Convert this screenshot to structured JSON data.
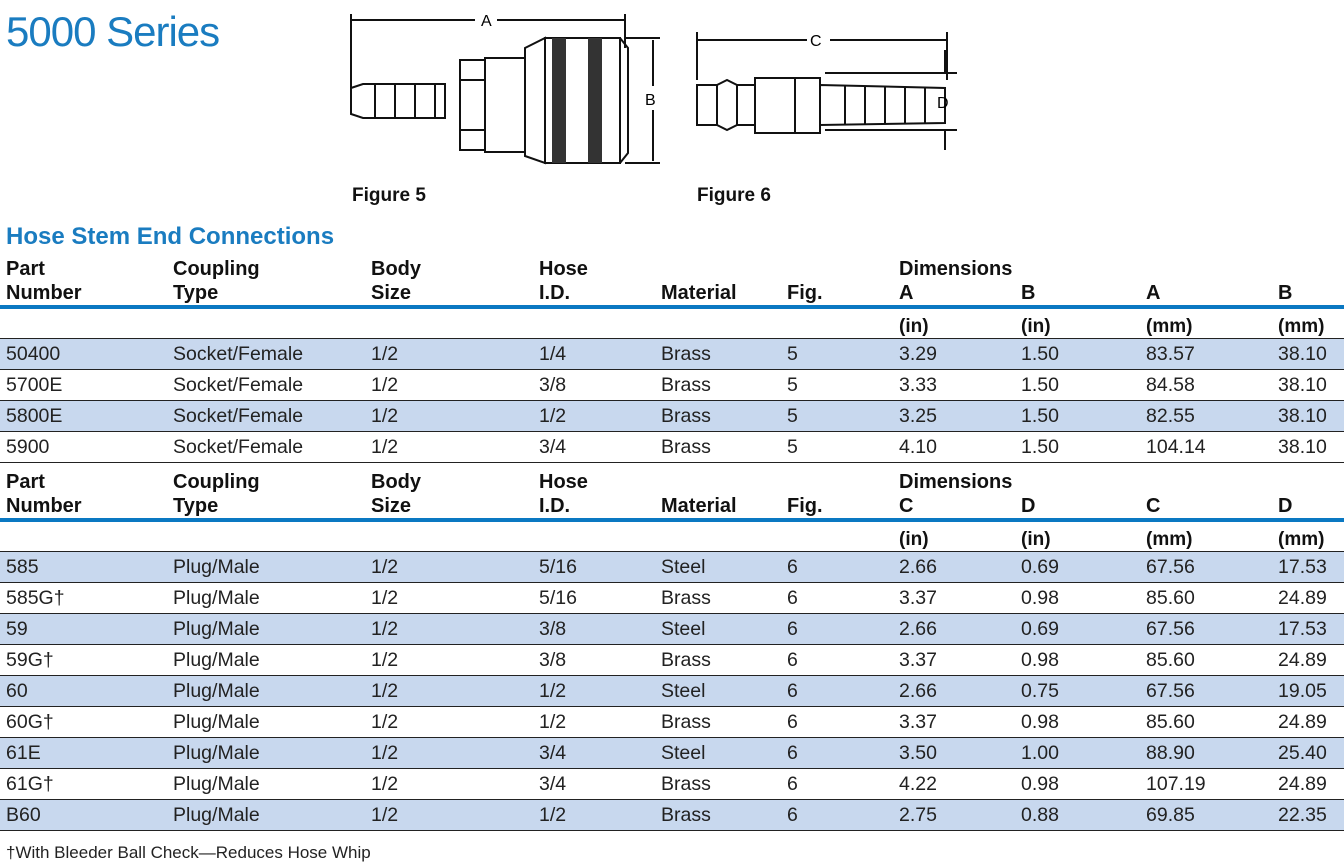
{
  "title": "5000 Series",
  "figures": [
    {
      "label": "Figure 5",
      "dims": [
        "A",
        "B"
      ]
    },
    {
      "label": "Figure 6",
      "dims": [
        "C",
        "D"
      ]
    }
  ],
  "section_title": "Hose Stem End Connections",
  "table1": {
    "headers": [
      [
        "Part",
        "Number"
      ],
      [
        "Coupling",
        "Type"
      ],
      [
        "Body",
        "Size"
      ],
      [
        "Hose",
        "I.D."
      ],
      [
        "",
        "Material"
      ],
      [
        "",
        "Fig."
      ],
      [
        "Dimensions",
        "A"
      ],
      [
        "",
        "B"
      ],
      [
        "",
        "A"
      ],
      [
        "",
        "B"
      ]
    ],
    "units": [
      "",
      "",
      "",
      "",
      "",
      "",
      "(in)",
      "(in)",
      "(mm)",
      "(mm)"
    ],
    "rows": [
      [
        "50400",
        "Socket/Female",
        "1/2",
        "1/4",
        "Brass",
        "5",
        "3.29",
        "1.50",
        "83.57",
        "38.10"
      ],
      [
        "5700E",
        "Socket/Female",
        "1/2",
        "3/8",
        "Brass",
        "5",
        "3.33",
        "1.50",
        "84.58",
        "38.10"
      ],
      [
        "5800E",
        "Socket/Female",
        "1/2",
        "1/2",
        "Brass",
        "5",
        "3.25",
        "1.50",
        "82.55",
        "38.10"
      ],
      [
        "5900",
        "Socket/Female",
        "1/2",
        "3/4",
        "Brass",
        "5",
        "4.10",
        "1.50",
        "104.14",
        "38.10"
      ]
    ]
  },
  "table2": {
    "headers": [
      [
        "Part",
        "Number"
      ],
      [
        "Coupling",
        "Type"
      ],
      [
        "Body",
        "Size"
      ],
      [
        "Hose",
        "I.D."
      ],
      [
        "",
        "Material"
      ],
      [
        "",
        "Fig."
      ],
      [
        "Dimensions",
        "C"
      ],
      [
        "",
        "D"
      ],
      [
        "",
        "C"
      ],
      [
        "",
        "D"
      ]
    ],
    "units": [
      "",
      "",
      "",
      "",
      "",
      "",
      "(in)",
      "(in)",
      "(mm)",
      "(mm)"
    ],
    "rows": [
      [
        "585",
        "Plug/Male",
        "1/2",
        "5/16",
        "Steel",
        "6",
        "2.66",
        "0.69",
        "67.56",
        "17.53"
      ],
      [
        "585G†",
        "Plug/Male",
        "1/2",
        "5/16",
        "Brass",
        "6",
        "3.37",
        "0.98",
        "85.60",
        "24.89"
      ],
      [
        "59",
        "Plug/Male",
        "1/2",
        "3/8",
        "Steel",
        "6",
        "2.66",
        "0.69",
        "67.56",
        "17.53"
      ],
      [
        "59G†",
        "Plug/Male",
        "1/2",
        "3/8",
        "Brass",
        "6",
        "3.37",
        "0.98",
        "85.60",
        "24.89"
      ],
      [
        "60",
        "Plug/Male",
        "1/2",
        "1/2",
        "Steel",
        "6",
        "2.66",
        "0.75",
        "67.56",
        "19.05"
      ],
      [
        "60G†",
        "Plug/Male",
        "1/2",
        "1/2",
        "Brass",
        "6",
        "3.37",
        "0.98",
        "85.60",
        "24.89"
      ],
      [
        "61E",
        "Plug/Male",
        "1/2",
        "3/4",
        "Steel",
        "6",
        "3.50",
        "1.00",
        "88.90",
        "25.40"
      ],
      [
        "61G†",
        "Plug/Male",
        "1/2",
        "3/4",
        "Brass",
        "6",
        "4.22",
        "0.98",
        "107.19",
        "24.89"
      ],
      [
        "B60",
        "Plug/Male",
        "1/2",
        "1/2",
        "Brass",
        "6",
        "2.75",
        "0.88",
        "69.85",
        "22.35"
      ]
    ]
  },
  "footnote": "†With Bleeder Ball Check—Reduces Hose Whip",
  "colors": {
    "accent": "#1a7cc0",
    "rule": "#0a78c2",
    "row_alt": "#c8d8ee"
  }
}
